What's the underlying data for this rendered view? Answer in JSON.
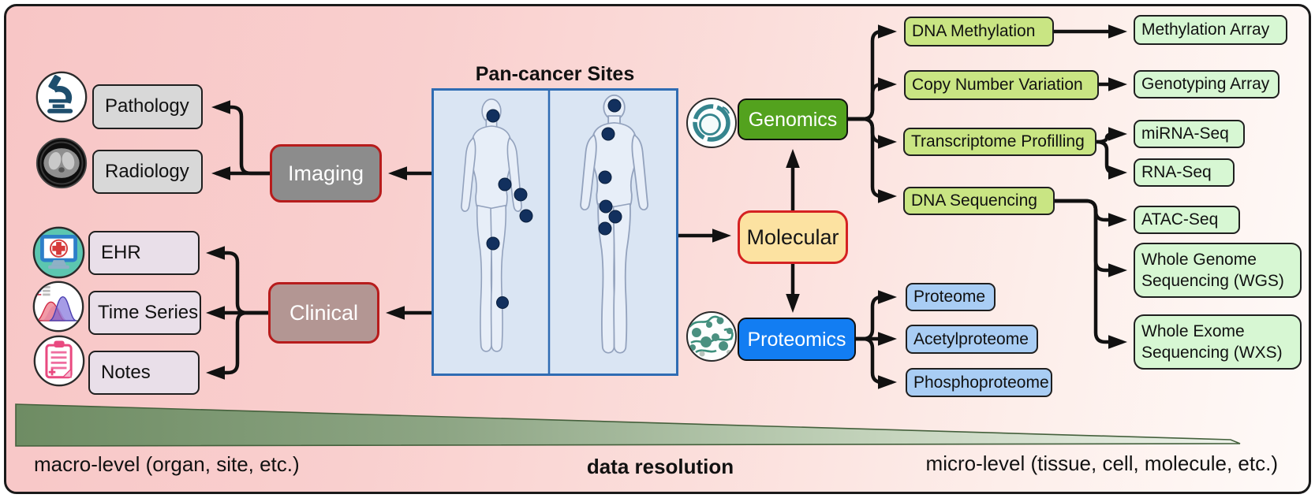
{
  "figure": {
    "title": "Pan-cancer Sites",
    "resolution_axis": {
      "macro": "macro-level (organ, site, etc.)",
      "center": "data resolution",
      "micro": "micro-level (tissue, cell, molecule, etc.)"
    }
  },
  "nodes": {
    "pathology": {
      "label": "Pathology"
    },
    "radiology": {
      "label": "Radiology"
    },
    "imaging": {
      "label": "Imaging"
    },
    "ehr": {
      "label": "EHR"
    },
    "time_series": {
      "label": "Time Series"
    },
    "notes": {
      "label": "Notes"
    },
    "clinical": {
      "label": "Clinical"
    },
    "molecular": {
      "label": "Molecular"
    },
    "genomics": {
      "label": "Genomics"
    },
    "proteomics": {
      "label": "Proteomics"
    },
    "dna_methylation": {
      "label": "DNA Methylation"
    },
    "copy_number_variation": {
      "label": "Copy Number Variation"
    },
    "transcriptome_profilling": {
      "label": "Transcriptome Profilling"
    },
    "dna_sequencing": {
      "label": "DNA Sequencing"
    },
    "methylation_array": {
      "label": "Methylation Array"
    },
    "genotyping_array": {
      "label": "Genotyping Array"
    },
    "mirna_seq": {
      "label": "miRNA-Seq"
    },
    "rna_seq": {
      "label": "RNA-Seq"
    },
    "atac_seq": {
      "label": "ATAC-Seq"
    },
    "wgs": {
      "label": "Whole Genome Sequencing (WGS)"
    },
    "wxs": {
      "label": "Whole Exome Sequencing (WXS)"
    },
    "proteome": {
      "label": "Proteome"
    },
    "acetylproteome": {
      "label": "Acetylproteome"
    },
    "phosphoproteome": {
      "label": "Phosphoproteome"
    }
  },
  "icons": {
    "pathology": "microscope-icon",
    "radiology": "ct-scan-icon",
    "ehr": "ehr-monitor-icon",
    "time_series": "time-series-chart-icon",
    "notes": "clipboard-notes-icon",
    "genomics": "cell-nucleus-icon",
    "proteomics": "protein-network-icon",
    "center": "human-body-sites-figure"
  },
  "colors": {
    "background_left": "#f8c6c6",
    "background_right": "#fefaf8",
    "panel_fill": "#dae5f3",
    "panel_border": "#2f6cb3",
    "site_dot": "#12305e",
    "gray_box": "#d8d8d8",
    "lavender_box": "#e9dfe9",
    "imaging_fill": "#8c8c8c",
    "clinical_fill": "#b39693",
    "hub_border_red": "#b71c1c",
    "molecular_fill": "#fce2a1",
    "molecular_border": "#d52222",
    "genomics_fill": "#53a21e",
    "proteomics_fill": "#127df2",
    "genomics_branch_fill": "#c9e583",
    "assay_fill": "#d7f7d3",
    "proteomics_branch_fill": "#a9cdf4",
    "arrow": "#111111",
    "wedge_dark": "#6e8c63",
    "wedge_light": "#eef2ea"
  }
}
